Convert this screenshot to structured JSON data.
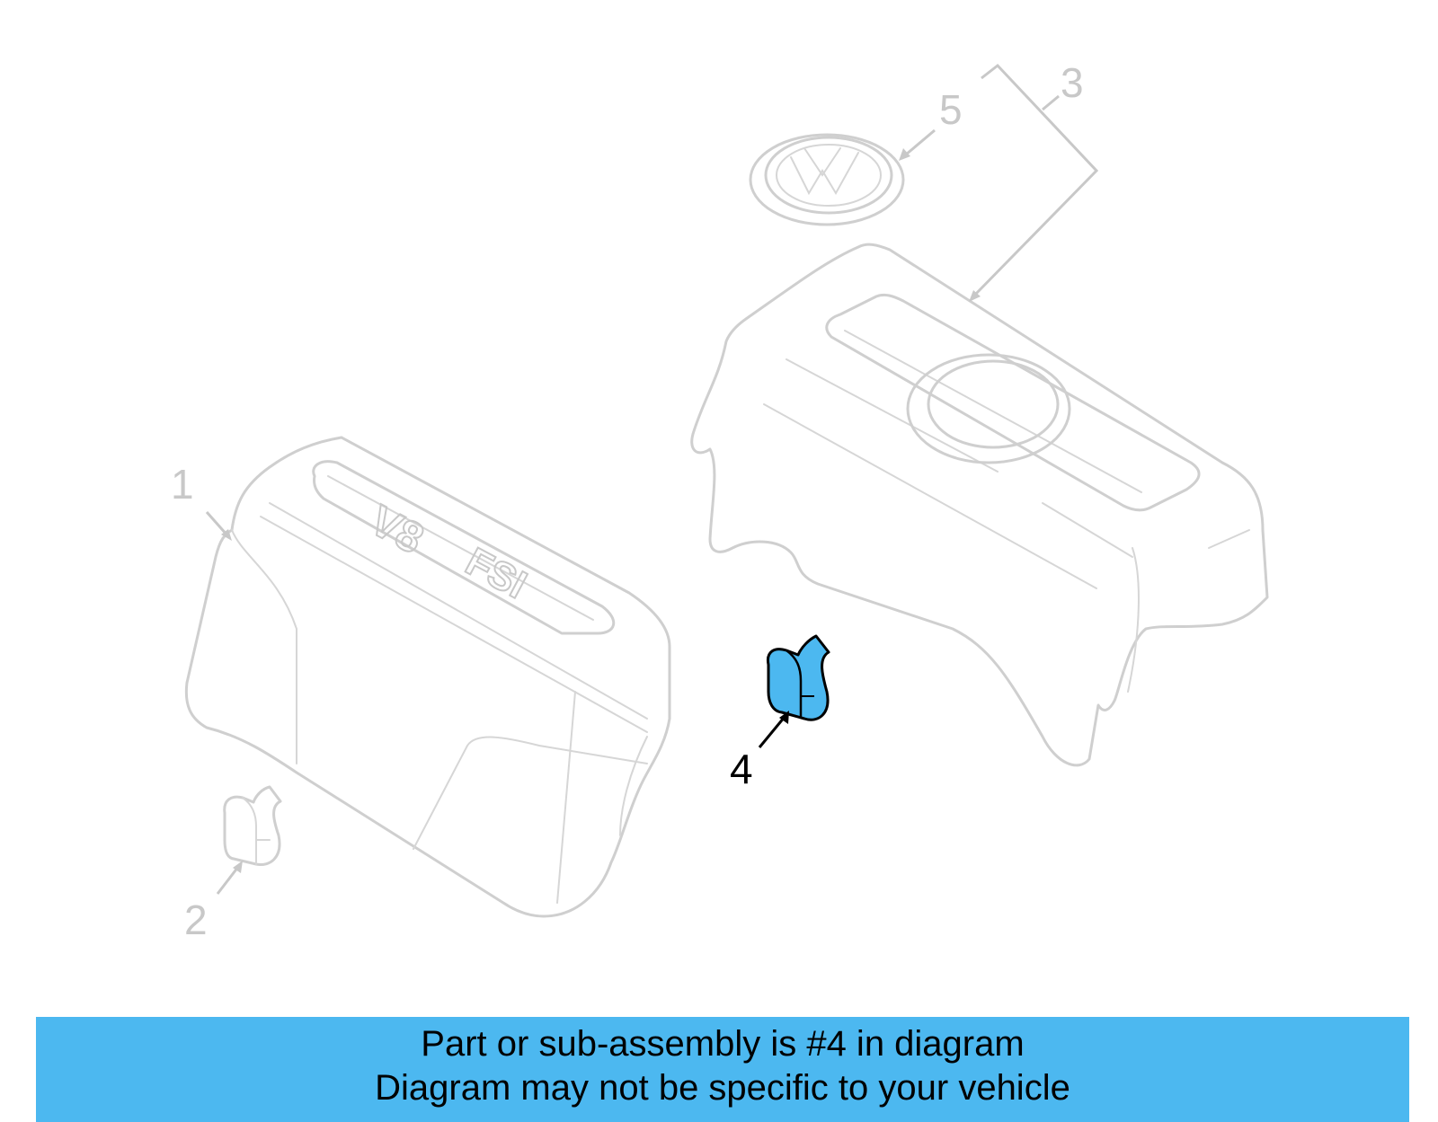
{
  "diagram": {
    "callouts": [
      {
        "id": "1",
        "label": "1",
        "highlighted": false
      },
      {
        "id": "2",
        "label": "2",
        "highlighted": false
      },
      {
        "id": "3",
        "label": "3",
        "highlighted": false
      },
      {
        "id": "4",
        "label": "4",
        "highlighted": true
      },
      {
        "id": "5",
        "label": "5",
        "highlighted": false
      }
    ],
    "cover_left_text_1": "V8",
    "cover_left_text_2": "FSI",
    "highlight_color": "#4cb8f0",
    "outline_color": "#cfcfcf"
  },
  "banner": {
    "line1": "Part or sub-assembly is #4 in diagram",
    "line2": "Diagram may not be specific to your vehicle",
    "background": "#4cb8f0"
  }
}
